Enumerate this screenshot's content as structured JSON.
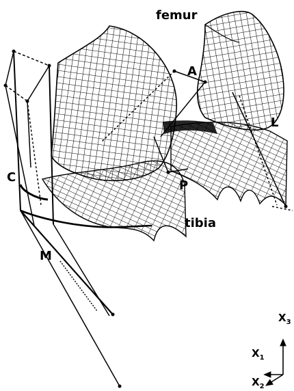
{
  "labels": {
    "femur": "femur",
    "tibia": "tibia",
    "a": "A",
    "p": "P",
    "l": "L",
    "c": "C",
    "m": "M"
  },
  "axes": {
    "x3": "X",
    "x3_sub": "3",
    "x1": "X",
    "x1_sub": "1",
    "x2": "X",
    "x2_sub": "2"
  }
}
